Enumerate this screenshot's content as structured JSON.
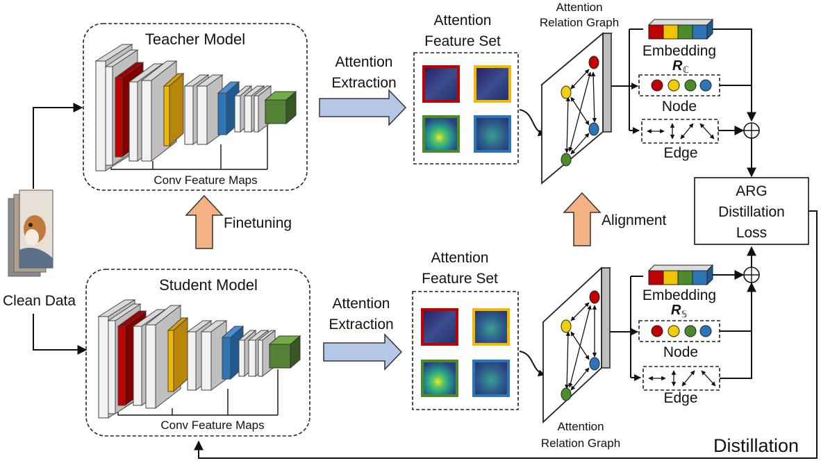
{
  "teacher": {
    "title": "Teacher Model",
    "caption": "Conv Feature Maps"
  },
  "student": {
    "title": "Student Model",
    "caption": "Conv Feature Maps"
  },
  "input": {
    "label": "Clean Data"
  },
  "arrows": {
    "finetuning": "Finetuning",
    "alignment": "Alignment",
    "extraction_top_1": "Attention",
    "extraction_top_2": "Extraction",
    "extraction_bottom_1": "Attention",
    "extraction_bottom_2": "Extraction"
  },
  "feature_set_top": {
    "line1": "Attention",
    "line2": "Feature Set"
  },
  "feature_set_bottom": {
    "line1": "Attention",
    "line2": "Feature Set"
  },
  "graph_top": {
    "line1": "Attention",
    "line2": "Relation Graph"
  },
  "graph_bottom": {
    "line1": "Attention",
    "line2": "Relation Graph"
  },
  "branch_top": {
    "embedding": "Embedding",
    "symbol": "R",
    "subscript": "ℂ",
    "node": "Node",
    "edge": "Edge"
  },
  "branch_bottom": {
    "embedding": "Embedding",
    "symbol": "R",
    "subscript": "𝕊",
    "node": "Node",
    "edge": "Edge"
  },
  "loss": {
    "line1": "ARG",
    "line2": "Distillation",
    "line3": "Loss"
  },
  "distillation": "Distillation",
  "colors": {
    "red": "#c00000",
    "yellow": "#f2b800",
    "green": "#4b8b2b",
    "blue": "#2e75b6",
    "arrow_blue": "#b4c7e7",
    "arrow_orange": "#f4b183",
    "conv_green": "#548235"
  }
}
